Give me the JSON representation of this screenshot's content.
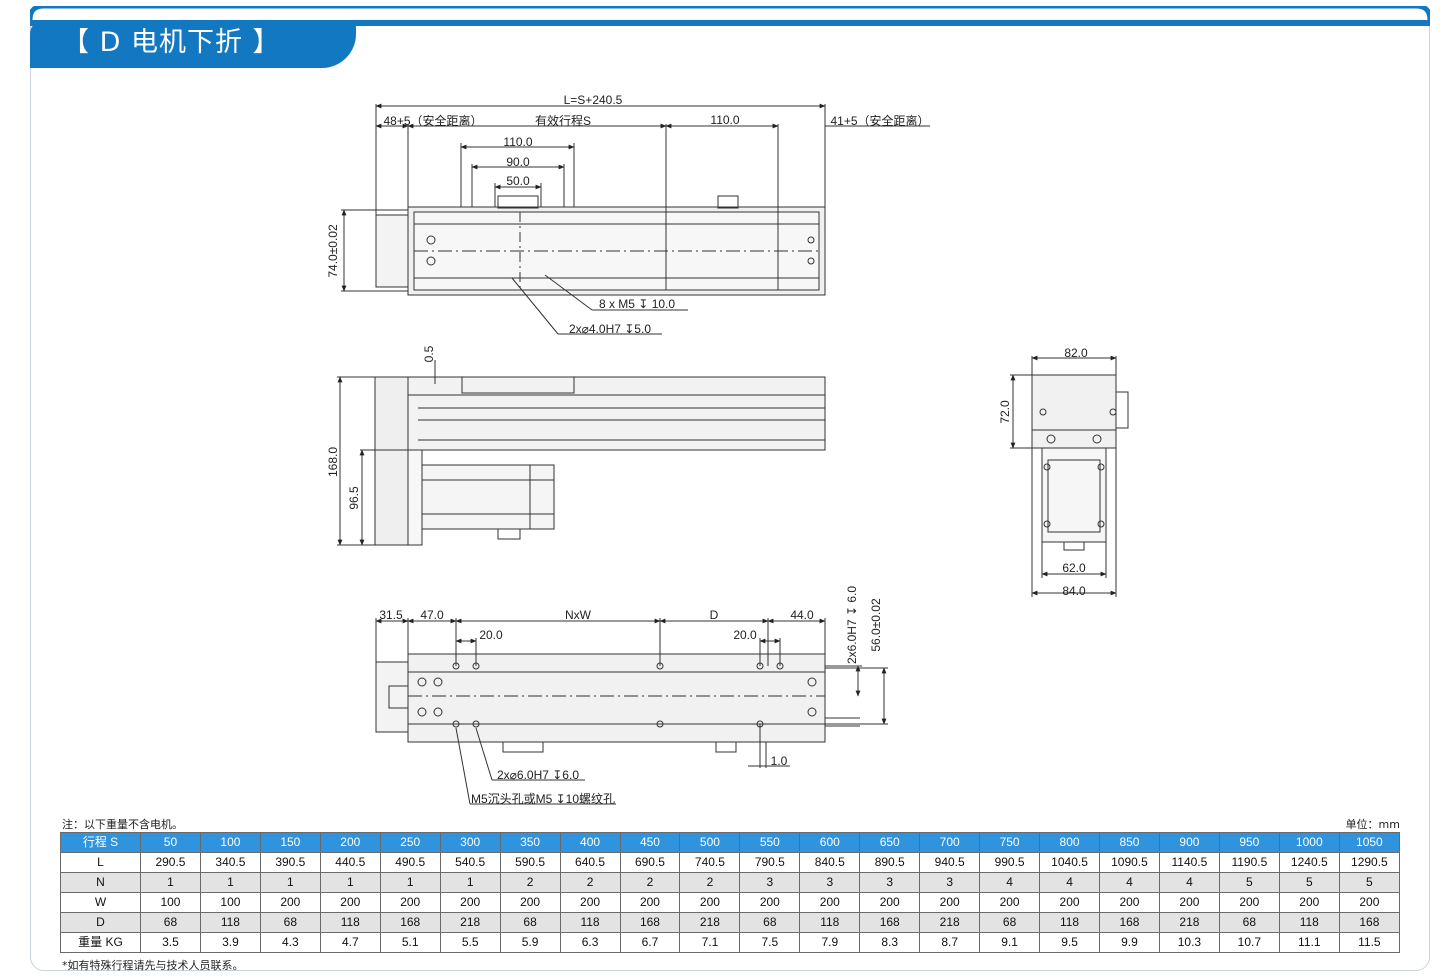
{
  "header": {
    "title": "【 D 电机下折 】",
    "accent": "#1378c2"
  },
  "top_view": {
    "dims": [
      "L=S+240.5",
      "48+5（安全距离）",
      "有效行程S",
      "110.0",
      "41+5（安全距离）",
      "110.0",
      "90.0",
      "50.0",
      "74.0±0.02",
      "8 x  M5 ↧ 10.0",
      "2x⌀4.0H7 ↧5.0"
    ]
  },
  "front_view": {
    "dims": [
      "0.5",
      "168.0",
      "96.5"
    ]
  },
  "end_view": {
    "dims": [
      "82.0",
      "72.0",
      "62.0",
      "84.0"
    ]
  },
  "bottom_view": {
    "dims": [
      "31.5",
      "47.0",
      "NxW",
      "D",
      "44.0",
      "20.0",
      "20.0",
      "2x6.0H7 ↧ 6.0",
      "56.0±0.02",
      "1.0",
      "2x⌀6.0H7 ↧6.0",
      "M5沉头孔或M5 ↧10螺纹孔"
    ]
  },
  "table": {
    "note": "注：以下重量不含电机。",
    "unit": "单位：mm",
    "footnote": "*如有特殊行程请先与技术人员联系。",
    "rows": [
      {
        "label": "行程 S",
        "values": [
          "50",
          "100",
          "150",
          "200",
          "250",
          "300",
          "350",
          "400",
          "450",
          "500",
          "550",
          "600",
          "650",
          "700",
          "750",
          "800",
          "850",
          "900",
          "950",
          "1000",
          "1050"
        ]
      },
      {
        "label": "L",
        "values": [
          "290.5",
          "340.5",
          "390.5",
          "440.5",
          "490.5",
          "540.5",
          "590.5",
          "640.5",
          "690.5",
          "740.5",
          "790.5",
          "840.5",
          "890.5",
          "940.5",
          "990.5",
          "1040.5",
          "1090.5",
          "1140.5",
          "1190.5",
          "1240.5",
          "1290.5"
        ]
      },
      {
        "label": "N",
        "values": [
          "1",
          "1",
          "1",
          "1",
          "1",
          "1",
          "2",
          "2",
          "2",
          "2",
          "3",
          "3",
          "3",
          "3",
          "4",
          "4",
          "4",
          "4",
          "5",
          "5",
          "5"
        ]
      },
      {
        "label": "W",
        "values": [
          "100",
          "100",
          "200",
          "200",
          "200",
          "200",
          "200",
          "200",
          "200",
          "200",
          "200",
          "200",
          "200",
          "200",
          "200",
          "200",
          "200",
          "200",
          "200",
          "200",
          "200"
        ]
      },
      {
        "label": "D",
        "values": [
          "68",
          "118",
          "68",
          "118",
          "168",
          "218",
          "68",
          "118",
          "168",
          "218",
          "68",
          "118",
          "168",
          "218",
          "68",
          "118",
          "168",
          "218",
          "68",
          "118",
          "168"
        ]
      },
      {
        "label": "重量 KG",
        "values": [
          "3.5",
          "3.9",
          "4.3",
          "4.7",
          "5.1",
          "5.5",
          "5.9",
          "6.3",
          "6.7",
          "7.1",
          "7.5",
          "7.9",
          "8.3",
          "8.7",
          "9.1",
          "9.5",
          "9.9",
          "10.3",
          "10.7",
          "11.1",
          "11.5"
        ]
      }
    ]
  }
}
